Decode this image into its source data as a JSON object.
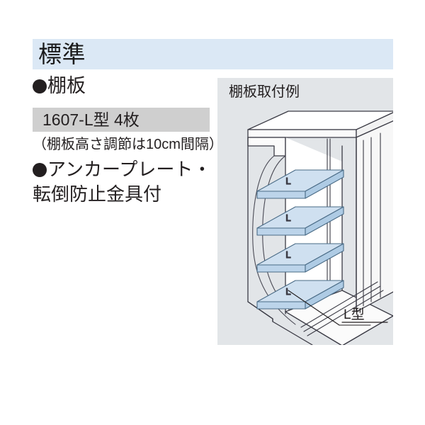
{
  "header": {
    "title": "標準",
    "band_color": "#dbe8f5"
  },
  "spec": {
    "shelf_heading": "棚板",
    "model_label": "1607-L型 4枚",
    "model_band_color": "#cfcfcf",
    "note": "（棚板高さ調節は10cm間隔）",
    "anchor_line1": "アンカープレート・",
    "anchor_line2": "転倒防止金具付"
  },
  "illustration": {
    "title": "棚板取付例",
    "panel_color": "#e2e5e8",
    "shelf_color": "#cfe0f0",
    "shelf_edge_color": "#9fb4c7",
    "callout_label": "L型",
    "shelf_labels": [
      "L",
      "L",
      "L",
      "L"
    ],
    "shelf_count": 4
  }
}
